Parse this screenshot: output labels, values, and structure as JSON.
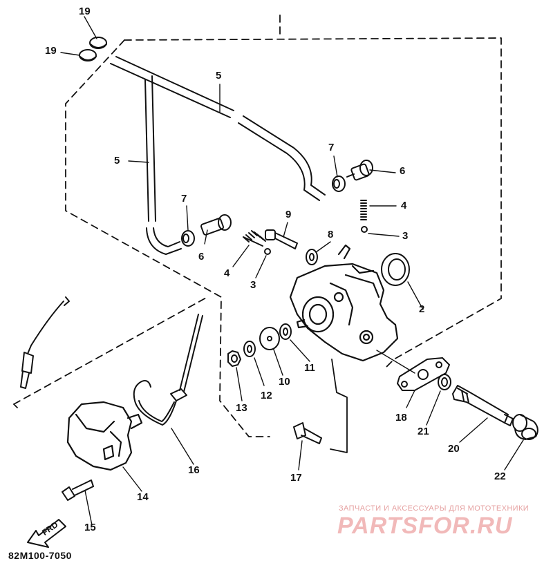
{
  "diagram_code": "82M100-7050",
  "fwd_label": "FRD",
  "watermark": {
    "tagline": "ЗАПЧАСТИ И АКСЕССУАРЫ ДЛЯ МОТОТЕХНИКИ",
    "logo": "PARTSFOR.RU"
  },
  "callouts": [
    {
      "id": "19a",
      "text": "19"
    },
    {
      "id": "19b",
      "text": "19"
    },
    {
      "id": "5a",
      "text": "5"
    },
    {
      "id": "5b",
      "text": "5"
    },
    {
      "id": "7a",
      "text": "7"
    },
    {
      "id": "7b",
      "text": "7"
    },
    {
      "id": "6a",
      "text": "6"
    },
    {
      "id": "6b",
      "text": "6"
    },
    {
      "id": "4a",
      "text": "4"
    },
    {
      "id": "4b",
      "text": "4"
    },
    {
      "id": "3a",
      "text": "3"
    },
    {
      "id": "3b",
      "text": "3"
    },
    {
      "id": "9",
      "text": "9"
    },
    {
      "id": "8",
      "text": "8"
    },
    {
      "id": "2",
      "text": "2"
    },
    {
      "id": "11",
      "text": "11"
    },
    {
      "id": "10",
      "text": "10"
    },
    {
      "id": "12",
      "text": "12"
    },
    {
      "id": "13",
      "text": "13"
    },
    {
      "id": "18",
      "text": "18"
    },
    {
      "id": "21",
      "text": "21"
    },
    {
      "id": "20",
      "text": "20"
    },
    {
      "id": "22",
      "text": "22"
    },
    {
      "id": "17",
      "text": "17"
    },
    {
      "id": "16",
      "text": "16"
    },
    {
      "id": "14",
      "text": "14"
    },
    {
      "id": "15",
      "text": "15"
    }
  ]
}
